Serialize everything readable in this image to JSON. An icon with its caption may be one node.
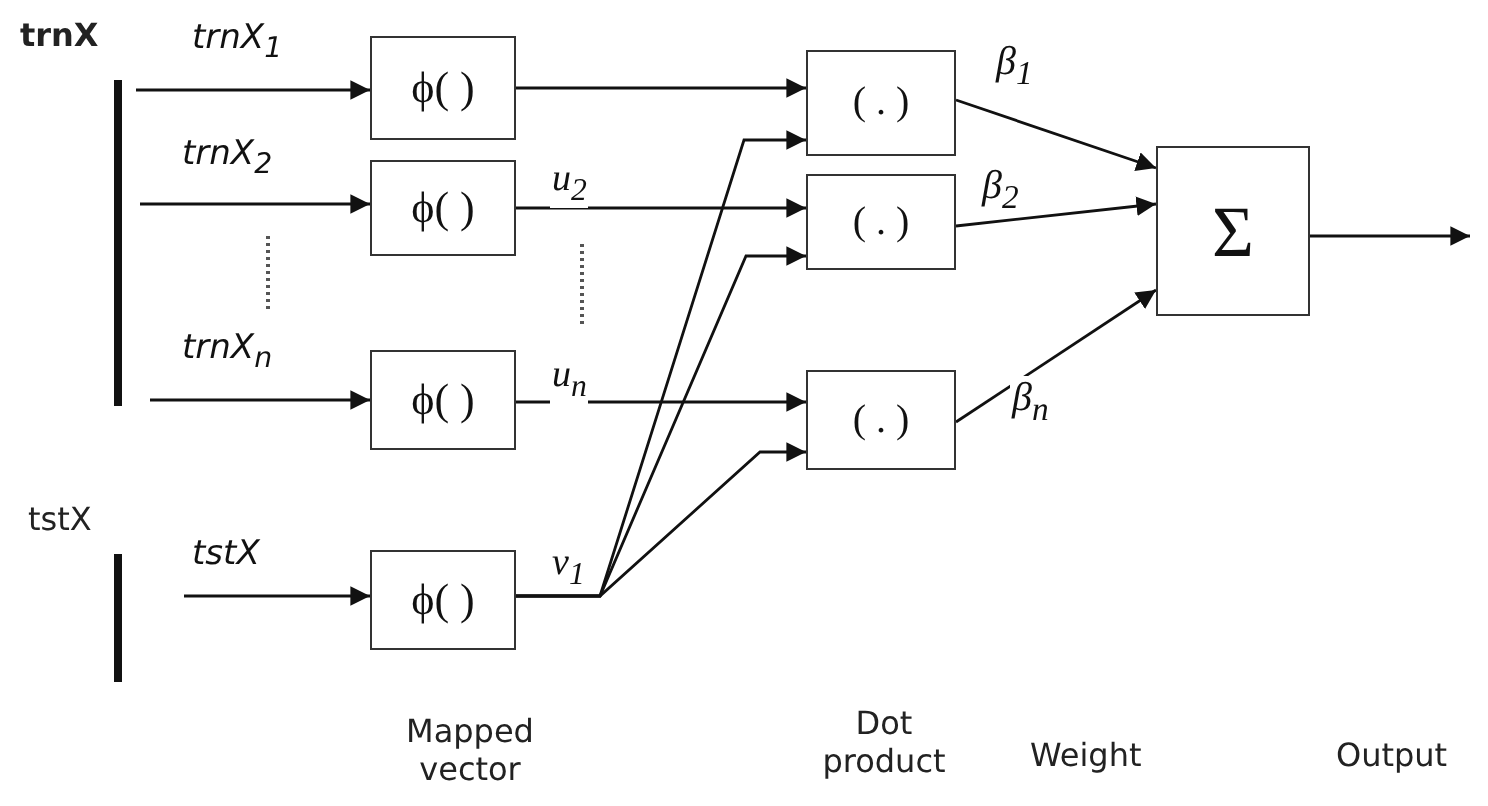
{
  "diagram": {
    "nodes": [
      {
        "text": [
          "ϕ( )"
        ]
      },
      {
        "text": [
          "ϕ( )"
        ]
      },
      {
        "text": [
          "ϕ( )"
        ]
      },
      {
        "text": [
          "ϕ( )"
        ]
      },
      {
        "text": [
          "( . )"
        ]
      },
      {
        "text": [
          "( . )"
        ]
      },
      {
        "text": [
          "( . )"
        ]
      },
      {
        "text": [
          "Σ"
        ]
      }
    ],
    "edges": [
      {
        "from": null,
        "to": 0,
        "arrow": "to",
        "label": "trnX$_{1}$"
      },
      {
        "from": null,
        "to": 1,
        "arrow": "to",
        "label": "trnX$_{2}$"
      },
      {
        "from": null,
        "to": 2,
        "arrow": "to",
        "label": "trnX$_{n}$"
      },
      {
        "from": null,
        "to": 3,
        "arrow": "to",
        "label": "tstX"
      },
      {
        "from": 0,
        "to": 4,
        "arrow": "to"
      },
      {
        "from": 1,
        "to": 5,
        "arrow": "to",
        "label": "u$_{2}$"
      },
      {
        "from": 2,
        "to": 6,
        "arrow": "to",
        "label": "u$_{n}$"
      },
      {
        "from": 3,
        "to": 4,
        "arrow": "to",
        "label": "v$_{1}$"
      },
      {
        "from": 3,
        "to": 5,
        "arrow": "to"
      },
      {
        "from": 3,
        "to": 6,
        "arrow": "to"
      },
      {
        "from": 4,
        "to": 7,
        "arrow": "to",
        "label": "β$_{1}$"
      },
      {
        "from": 5,
        "to": 7,
        "arrow": "to",
        "label": "β$_{2}$"
      },
      {
        "from": 6,
        "to": 7,
        "arrow": "to",
        "label": "β$_{n}$"
      },
      {
        "from": 7,
        "to": null,
        "arrow": "to"
      }
    ],
    "labels": [
      "trnX",
      "tstX",
      "Mapped vector",
      "Dot product",
      "Weight",
      "Output"
    ]
  }
}
